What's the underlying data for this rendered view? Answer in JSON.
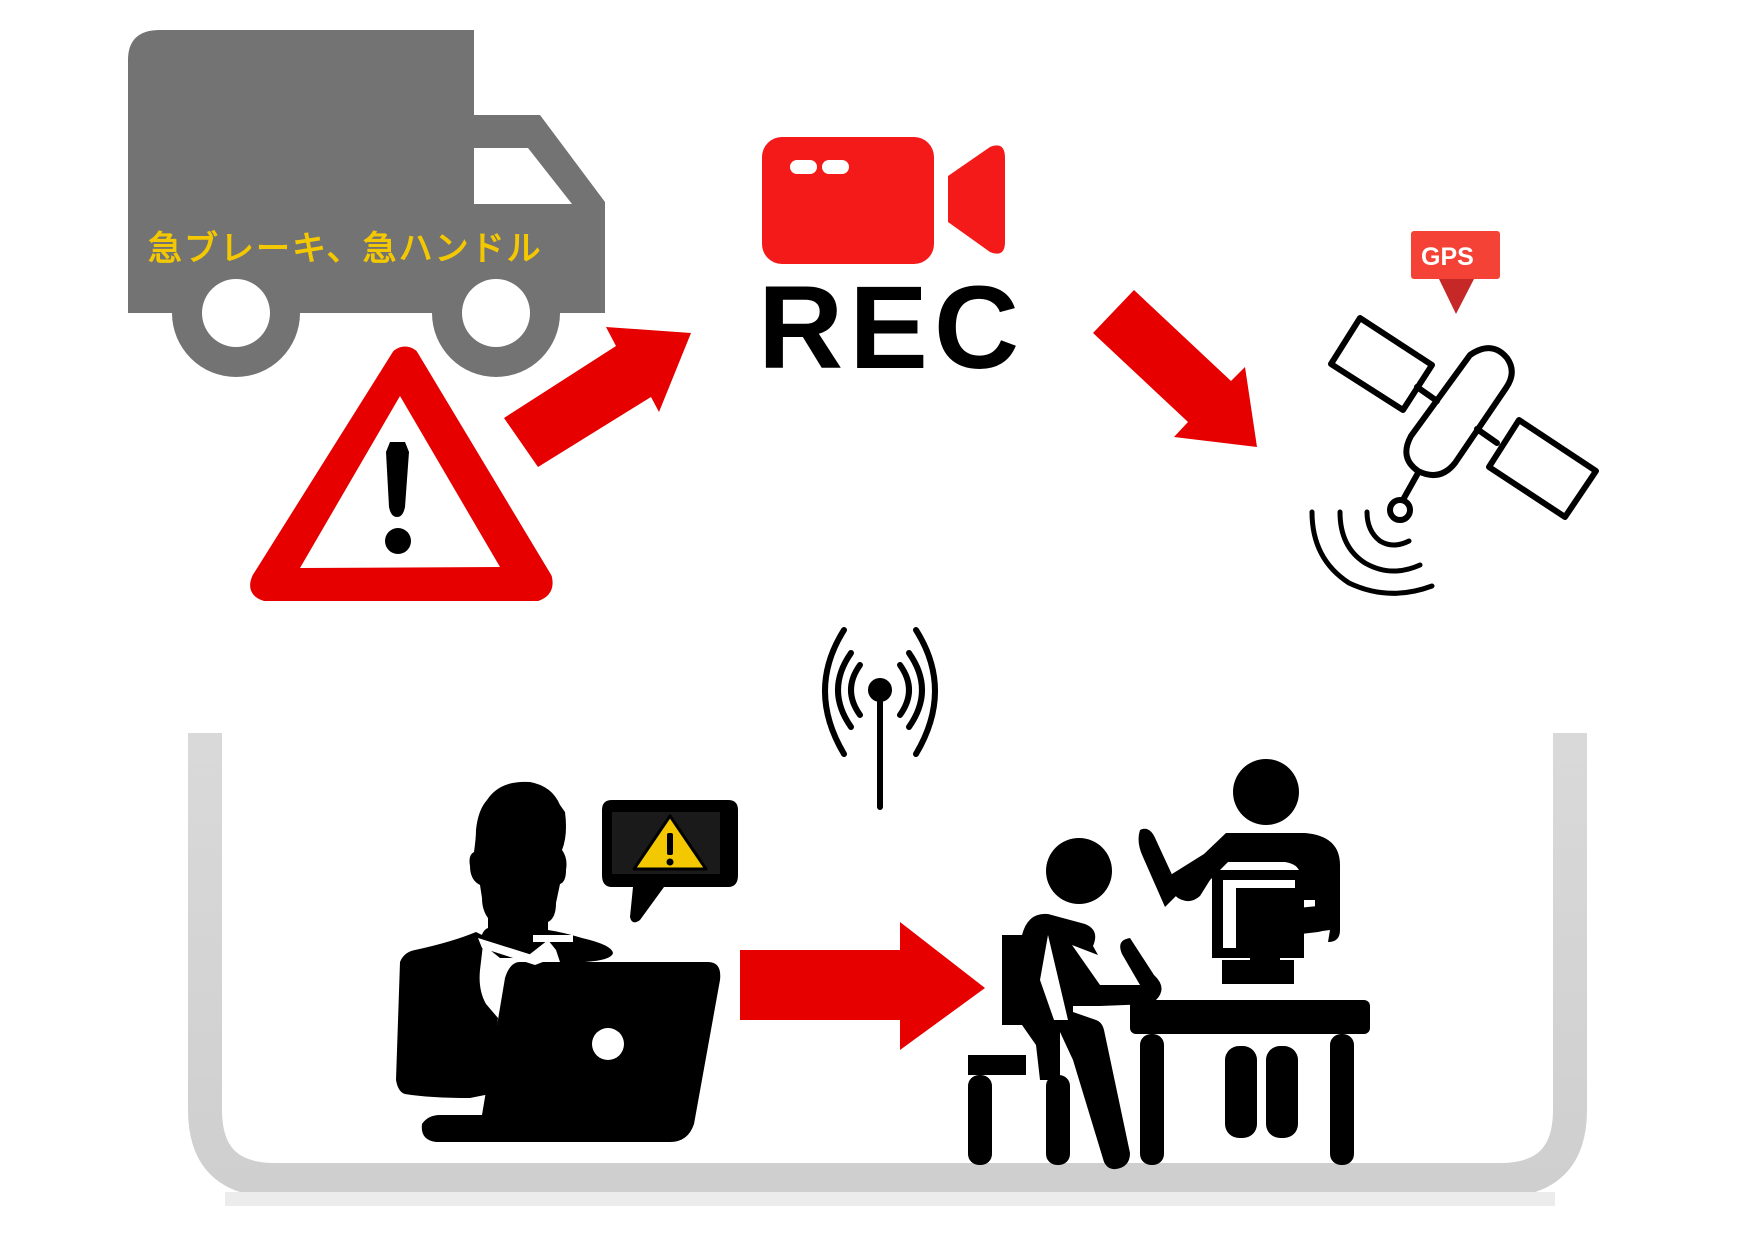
{
  "truck": {
    "label": "急ブレーキ、急ハンドル",
    "color": "#737373",
    "label_color": "#f4c800"
  },
  "rec": {
    "label": "REC",
    "camera_color": "#f41a1a"
  },
  "gps": {
    "label": "GPS",
    "badge_color": "#f44336",
    "pin_color": "#c62828"
  },
  "accent_red": "#e60000",
  "icons": [
    "truck-icon",
    "warning-triangle-icon",
    "video-camera-icon",
    "satellite-icon",
    "gps-pin-icon",
    "antenna-icon",
    "operator-laptop-icon",
    "alert-bubble-icon",
    "driver-instruction-icon",
    "office-tray-icon"
  ]
}
